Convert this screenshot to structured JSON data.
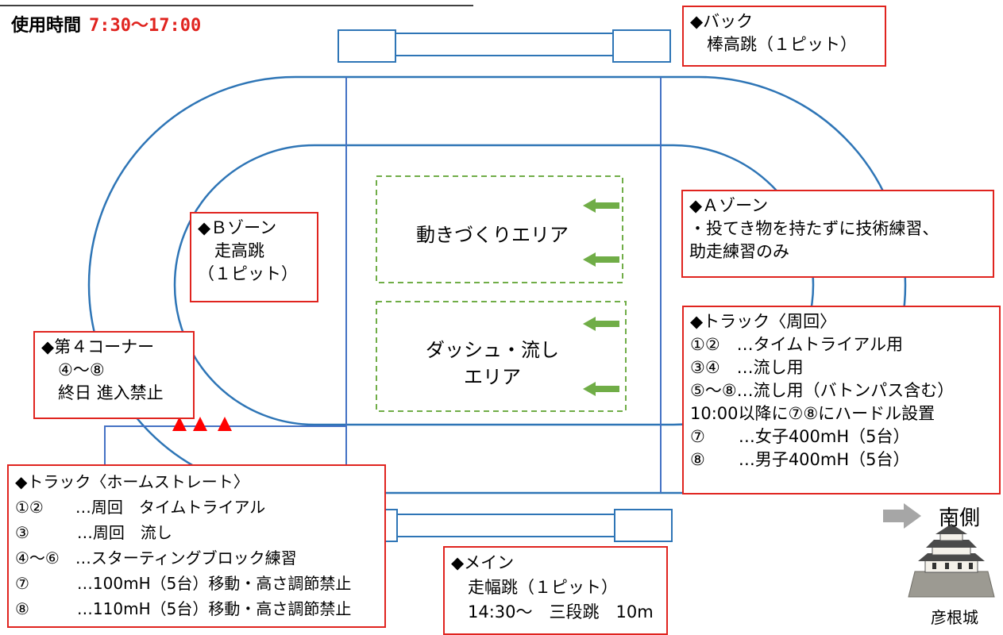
{
  "usage": {
    "label": "使用時間",
    "time": "7:30〜17:00"
  },
  "areas": {
    "movement": "動きづくりエリア",
    "dash_line1": "ダッシュ・流し",
    "dash_line2": "エリア"
  },
  "boxes": {
    "back": [
      "◆バック",
      "　棒高跳（１ピット）"
    ],
    "a_zone": [
      "◆Ａゾーン",
      "・投てき物を持たずに技術練習、",
      "助走練習のみ"
    ],
    "b_zone": [
      "◆Ｂゾーン",
      "　走高跳",
      "（１ピット）"
    ],
    "corner4": [
      "◆第４コーナー",
      "　④〜⑧",
      "　終日 進入禁止"
    ],
    "track_lap": [
      "◆トラック〈周回〉",
      "①②　…タイムトライアル用",
      "③④　…流し用",
      "⑤〜⑧…流し用（バトンパス含む）",
      "10:00以降に⑦⑧にハードル設置",
      "⑦　　…女子400mH（5台）",
      "⑧　　…男子400mH（5台）"
    ],
    "track_home": [
      "◆トラック〈ホームストレート〉",
      "①②　　…周回　タイムトライアル",
      "③　　　…周回　流し",
      "④〜⑥　…スターティングブロック練習",
      "⑦　　　…100mH（5台）移動・高さ調節禁止",
      "⑧　　　…110mH（5台）移動・高さ調節禁止"
    ],
    "main": [
      "◆メイン",
      "　走幅跳（１ピット）",
      "　14:30〜　三段跳　10m"
    ]
  },
  "south_label": "南側",
  "castle_label": "彦根城",
  "colors": {
    "track": "#2e75b6",
    "box_border": "#e0241f",
    "zone_dash": "#70ad47",
    "warning": "#ff0000",
    "direction_arrow": "#a6a6a6"
  }
}
